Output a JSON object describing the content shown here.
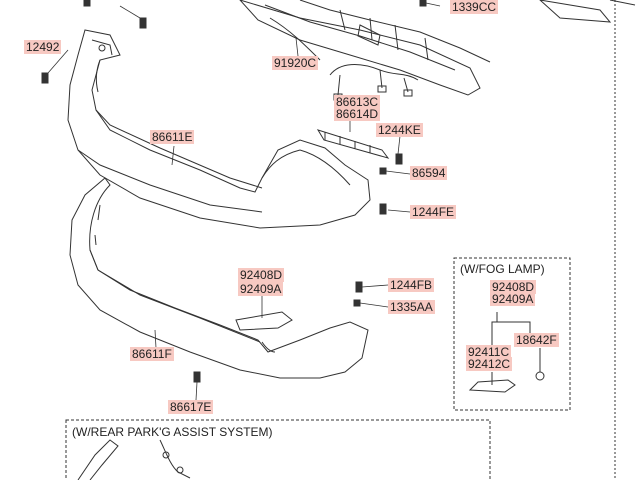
{
  "labels": {
    "p1339cc": "1339CC",
    "p12492": "12492",
    "p91920c": "91920C",
    "p86613c": "86613C",
    "p86614d": "86614D",
    "p1244ke": "1244KE",
    "p86611e": "86611E",
    "p86594": "86594",
    "p1244fe": "1244FE",
    "p92408d": "92408D",
    "p92409a": "92409A",
    "p1244fb": "1244FB",
    "p1335aa": "1335AA",
    "p86611f": "86611F",
    "p86617e": "86617E",
    "fog_92408d": "92408D",
    "fog_92409a": "92409A",
    "fog_18642f": "18642F",
    "fog_92411c": "92411C",
    "fog_92412c": "92412C"
  },
  "boxes": {
    "fog_lamp_title": "(W/FOG LAMP)",
    "park_assist_title": "(W/REAR PARK'G ASSIST SYSTEM)"
  }
}
